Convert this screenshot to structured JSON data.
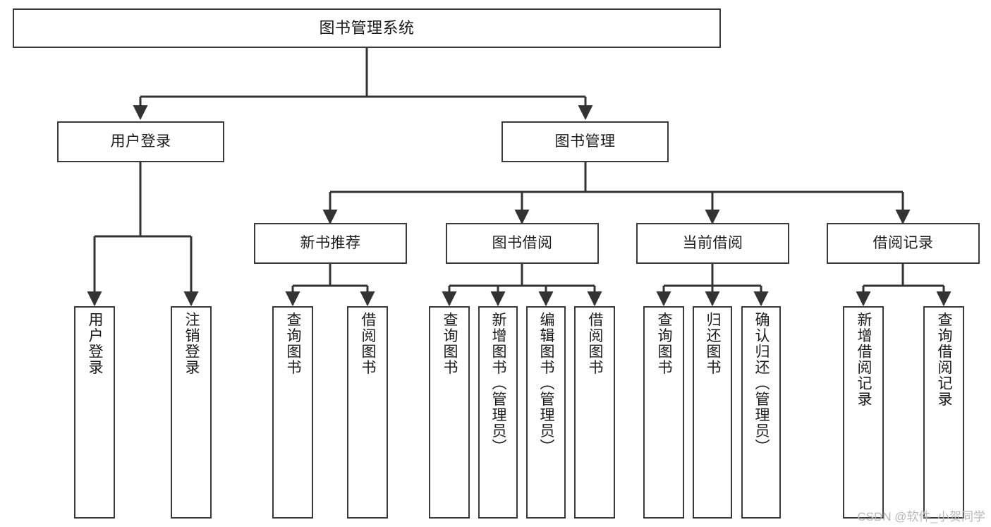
{
  "diagram": {
    "title": "图书管理系统",
    "type": "tree",
    "watermark": "CSDN @软件_小贺同学",
    "colors": {
      "node_border": "#3a3a3a",
      "node_fill": "#ffffff",
      "edge": "#333333",
      "text": "#1a1a1a",
      "watermark": "#b9b9b9",
      "background": "#ffffff"
    },
    "nodes": {
      "root": {
        "label": "图书管理系统"
      },
      "level1": [
        {
          "id": "user-login",
          "label": "用户登录"
        },
        {
          "id": "book-management",
          "label": "图书管理"
        }
      ],
      "level2": [
        {
          "id": "new-book-recommend",
          "label": "新书推荐"
        },
        {
          "id": "book-borrow",
          "label": "图书借阅"
        },
        {
          "id": "current-borrow",
          "label": "当前借阅"
        },
        {
          "id": "borrow-record",
          "label": "借阅记录"
        }
      ],
      "leaves": [
        {
          "id": "leaf-user-login",
          "label": "用户登录",
          "parent": "user-login"
        },
        {
          "id": "leaf-logout-login",
          "label": "注销登录",
          "parent": "user-login"
        },
        {
          "id": "leaf-query-book-1",
          "label": "查询图书",
          "parent": "new-book-recommend"
        },
        {
          "id": "leaf-borrow-book-1",
          "label": "借阅图书",
          "parent": "new-book-recommend"
        },
        {
          "id": "leaf-query-book-2",
          "label": "查询图书",
          "parent": "book-borrow"
        },
        {
          "id": "leaf-add-book",
          "label": "新增图书（管理员）",
          "parent": "book-borrow"
        },
        {
          "id": "leaf-edit-book",
          "label": "编辑图书（管理员）",
          "parent": "book-borrow"
        },
        {
          "id": "leaf-borrow-book-2",
          "label": "借阅图书",
          "parent": "book-borrow"
        },
        {
          "id": "leaf-query-book-3",
          "label": "查询图书",
          "parent": "current-borrow"
        },
        {
          "id": "leaf-return-book",
          "label": "归还图书",
          "parent": "current-borrow"
        },
        {
          "id": "leaf-confirm-return",
          "label": "确认归还（管理员）",
          "parent": "current-borrow"
        },
        {
          "id": "leaf-add-record",
          "label": "新增借阅记录",
          "parent": "borrow-record"
        },
        {
          "id": "leaf-query-record",
          "label": "查询借阅记录",
          "parent": "borrow-record"
        }
      ]
    }
  }
}
